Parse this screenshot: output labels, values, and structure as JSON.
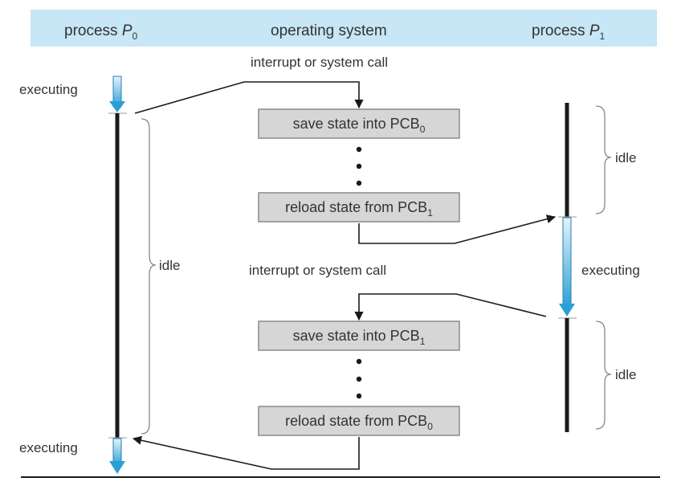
{
  "header": {
    "process_p0": {
      "text": "process ",
      "symbol": "P",
      "subscript": "0"
    },
    "os": "operating system",
    "process_p1": {
      "text": "process ",
      "symbol": "P",
      "subscript": "1"
    }
  },
  "labels": {
    "interrupt_top": "interrupt or system call",
    "interrupt_mid": "interrupt or system call",
    "p0_executing_top": "executing",
    "p0_idle": "idle",
    "p0_executing_bottom": "executing",
    "p1_idle_top": "idle",
    "p1_executing": "executing",
    "p1_idle_bottom": "idle"
  },
  "boxes": {
    "save_pcb0": {
      "text": "save state into PCB",
      "subscript": "0"
    },
    "reload_pcb1": {
      "text": "reload state from PCB",
      "subscript": "1"
    },
    "save_pcb1": {
      "text": "save state into PCB",
      "subscript": "1"
    },
    "reload_pcb0": {
      "text": "reload state from PCB",
      "subscript": "0"
    }
  },
  "colors": {
    "header_band": "#c7e6f6",
    "box_fill": "#d6d6d6",
    "box_border": "#8a8a8a",
    "timeline": "#1a1a1a",
    "executing_gradient_top": "#e4f3fb",
    "executing_gradient_bottom": "#2a9fd6",
    "text": "#333333"
  }
}
